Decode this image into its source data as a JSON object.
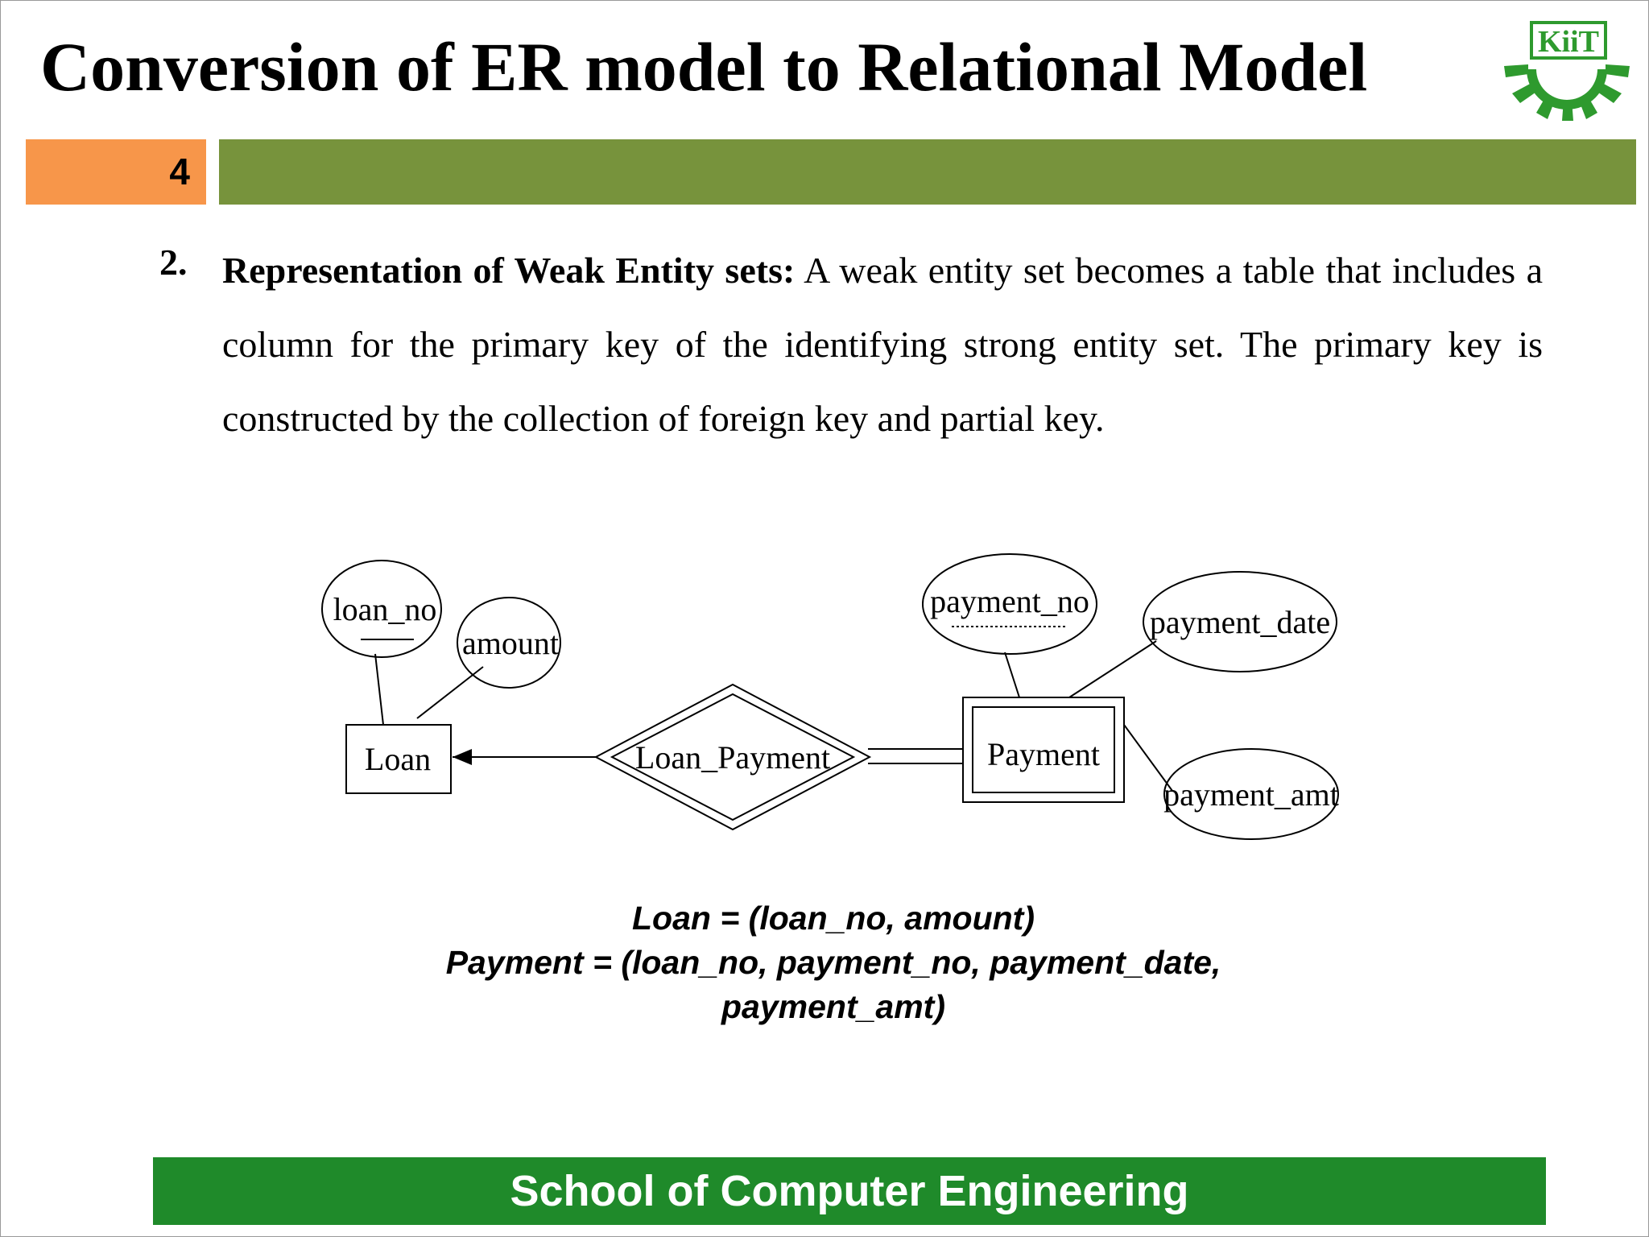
{
  "slide": {
    "title": "Conversion of ER model to Relational Model",
    "slide_number": "4",
    "footer": "School of Computer Engineering",
    "logo": {
      "text": "KiiT",
      "icon": "kiit-logo-icon"
    }
  },
  "content": {
    "item_number": "2.",
    "heading": "Representation of Weak Entity sets:",
    "body": " A weak entity set becomes a table that includes a column for the primary key of the identifying strong entity set. The primary key is constructed by the collection of foreign key and partial key."
  },
  "diagram": {
    "strong_entity": "Loan",
    "weak_entity": "Payment",
    "identifying_relationship": "Loan_Payment",
    "loan_attributes": [
      "loan_no",
      "amount"
    ],
    "payment_attributes": [
      "payment_no",
      "payment_date",
      "payment_amt"
    ]
  },
  "schema": {
    "line1": "Loan = (loan_no, amount)",
    "line2": "Payment = (loan_no, payment_no, payment_date,",
    "line3": "payment_amt)"
  },
  "colors": {
    "number_box": "#f7964a",
    "header_bar": "#77933c",
    "footer_bar": "#1f8a2a",
    "logo_green": "#2e9a2e"
  }
}
